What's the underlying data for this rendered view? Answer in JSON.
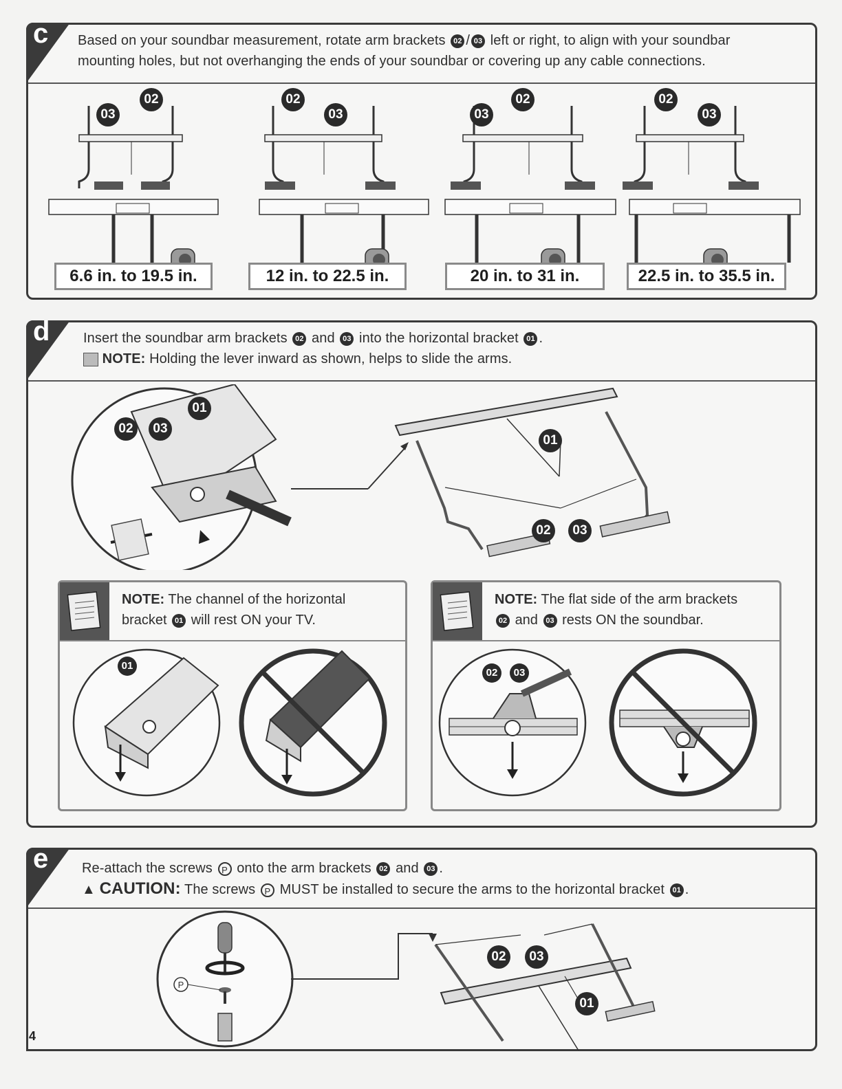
{
  "step_c": {
    "letter": "c",
    "line1": "Based on your soundbar measurement, rotate arm brackets",
    "line1_sep": "/",
    "line1_end": "left or right, to align with your soundbar",
    "line2": "mounting holes, but not overhanging the ends of your soundbar or covering up any cable connections.",
    "part_a": "02",
    "part_b": "03",
    "configs": [
      {
        "first_label": "03",
        "second_label": "02",
        "range": "6.6 in. to 19.5 in."
      },
      {
        "first_label": "02",
        "second_label": "03",
        "range": "12 in. to 22.5 in."
      },
      {
        "first_label": "03",
        "second_label": "02",
        "range": "20 in. to 31 in."
      },
      {
        "first_label": "02",
        "second_label": "03",
        "range": "22.5 in. to 35.5 in."
      }
    ]
  },
  "step_d": {
    "letter": "d",
    "line1_start": "Insert the soundbar arm brackets",
    "line1_and": "and",
    "line1_end": "into the horizontal bracket",
    "note_label": "NOTE:",
    "note_text": "Holding the lever inward as shown, helps to slide the arms.",
    "part_01": "01",
    "part_02": "02",
    "part_03": "03",
    "left_note": {
      "label": "NOTE:",
      "line1": "The channel of the horizontal",
      "line2_start": "bracket",
      "line2_end": "will rest ON your TV.",
      "part": "01"
    },
    "right_note": {
      "label": "NOTE:",
      "line1": "The flat side of the arm brackets",
      "line2_and": "and",
      "line2_end": "rests ON the soundbar.",
      "part_a": "02",
      "part_b": "03"
    }
  },
  "step_e": {
    "letter": "e",
    "line1_start": "Re-attach the screws",
    "line1_mid": "onto the arm brackets",
    "line1_and": "and",
    "screw_label": "P",
    "caution_label": "CAUTION:",
    "caution_start": "The screws",
    "caution_end": "MUST be installed to secure the arms to the horizontal bracket",
    "part_01": "01",
    "part_02": "02",
    "part_03": "03"
  },
  "page_number": "4",
  "colors": {
    "panel_border": "#3a3a3a",
    "badge": "#2f2f2f",
    "box_border": "#8a8a8a",
    "background": "#f3f3f2"
  }
}
